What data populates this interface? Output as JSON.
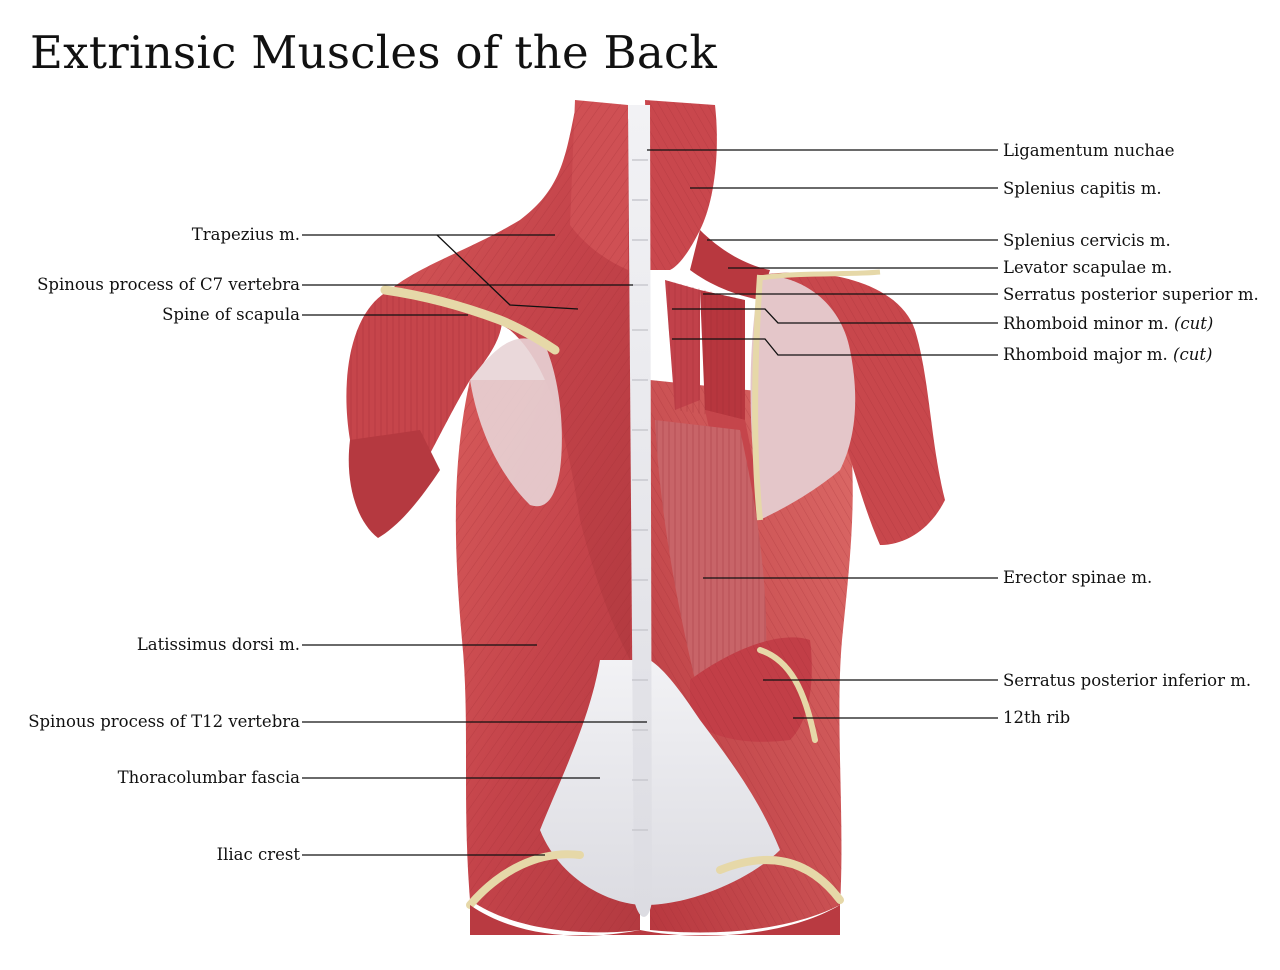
{
  "title": "Extrinsic Muscles of the Back",
  "colors": {
    "muscle": "#c9494c",
    "muscle_dark": "#a52d33",
    "muscle_light": "#e07a78",
    "fascia": "#e8e8ec",
    "bone": "#e6d8a8",
    "line": "#111111"
  },
  "labels_left": [
    {
      "text": "Trapezius m."
    },
    {
      "text": "Spinous process of C7 vertebra"
    },
    {
      "text": "Spine of scapula"
    },
    {
      "text": "Latissimus dorsi m."
    },
    {
      "text": "Spinous process of T12 vertebra"
    },
    {
      "text": "Thoracolumbar fascia"
    },
    {
      "text": "Iliac crest"
    }
  ],
  "labels_right": [
    {
      "text": "Ligamentum nuchae",
      "note": ""
    },
    {
      "text": "Splenius capitis m.",
      "note": ""
    },
    {
      "text": "Splenius cervicis m.",
      "note": ""
    },
    {
      "text": "Levator scapulae m.",
      "note": ""
    },
    {
      "text": "Serratus posterior superior m.",
      "note": ""
    },
    {
      "text": "Rhomboid minor m.",
      "note": "(cut)"
    },
    {
      "text": "Rhomboid major m.",
      "note": "(cut)"
    },
    {
      "text": "Erector spinae m.",
      "note": ""
    },
    {
      "text": "Serratus posterior inferior m.",
      "note": ""
    },
    {
      "text": "12th rib",
      "note": ""
    }
  ]
}
